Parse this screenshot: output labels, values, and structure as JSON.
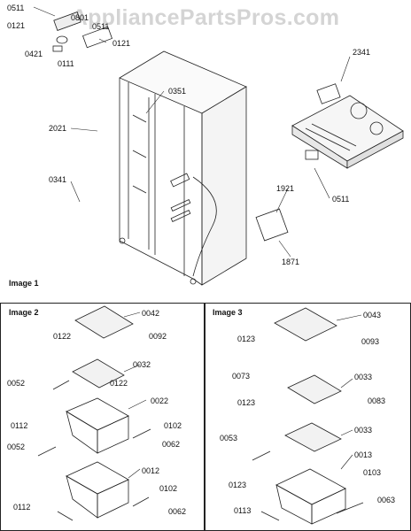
{
  "watermark": "AppliancePartsPros.com",
  "image1": {
    "title": "Image 1",
    "labels": [
      "0511",
      "0121",
      "0421",
      "0111",
      "0801",
      "0511",
      "0121",
      "2341",
      "0351",
      "2021",
      "0341",
      "1921",
      "0511",
      "1871"
    ]
  },
  "image2": {
    "title": "Image 2",
    "labels": [
      "0042",
      "0122",
      "0092",
      "0032",
      "0052",
      "0122",
      "0022",
      "0112",
      "0102",
      "0062",
      "0052",
      "0012",
      "0102",
      "0112",
      "0062"
    ]
  },
  "image3": {
    "title": "Image 3",
    "labels": [
      "0043",
      "0123",
      "0093",
      "0073",
      "0033",
      "0123",
      "0083",
      "0053",
      "0033",
      "0013",
      "0123",
      "0103",
      "0113",
      "0063"
    ]
  }
}
